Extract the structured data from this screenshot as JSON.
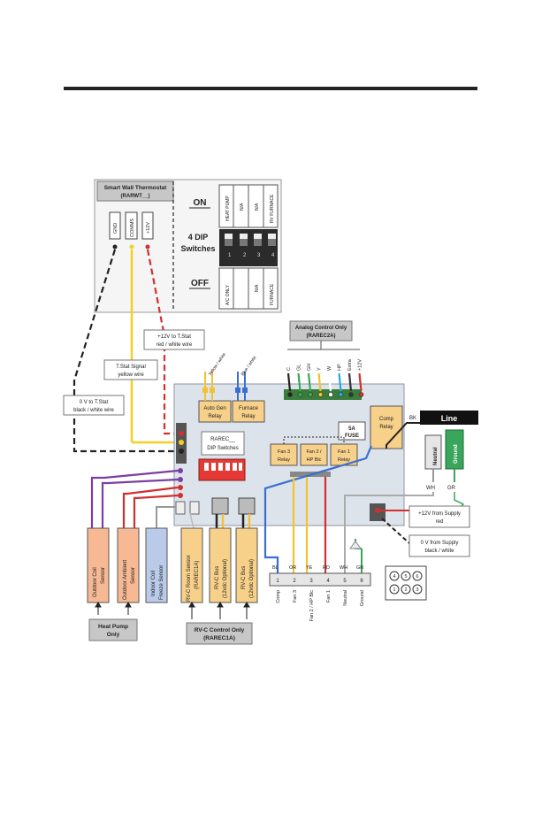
{
  "thermostat": {
    "title": "Smart Wall Thermostat",
    "model": "(RARWT__)",
    "terminals": [
      "GND",
      "COMMS",
      "+12V"
    ],
    "dip_on": "ON",
    "dip_label_1": "4 DIP",
    "dip_label_2": "Switches",
    "dip_off": "OFF",
    "dip_top": [
      "HEAT PUMP",
      "N/A",
      "N/A",
      "RV FURNACE"
    ],
    "dip_bottom": [
      "A/C ONLY",
      "",
      "N/A",
      "FURNACE"
    ],
    "dip_nums": [
      "1",
      "2",
      "3",
      "4"
    ]
  },
  "wires": {
    "plus12_1": "+12V to T.Stat",
    "plus12_2": "red / white wire",
    "signal_1": "T.Stat Signal",
    "signal_2": "yellow wire",
    "zero_1": "0 V to T.Stat",
    "zero_2": "black / white wire",
    "yellow_white": "Yellow / white",
    "blue_white": "Blue / white"
  },
  "analog": {
    "title_1": "Analog Control Only",
    "title_2": "(RAREC2A)",
    "pins": [
      "C",
      "GL",
      "GH",
      "Y",
      "W",
      "HP",
      "Extra",
      "+12V"
    ]
  },
  "board": {
    "auto_gen_1": "Auto Gen",
    "auto_gen_2": "Relay",
    "furnace_1": "Furnace",
    "furnace_2": "Relay",
    "comp_1": "Comp",
    "comp_2": "Relay",
    "dip_1": "RAREC__",
    "dip_2": "DIP Switches",
    "fuse_1": "5A",
    "fuse_2": "FUSE",
    "fan3_1": "Fan 3",
    "fan3_2": "Relay",
    "fan2_1": "Fan 2 /",
    "fan2_2": "HP Blc",
    "fan1_1": "Fan 1",
    "fan1_2": "Relay",
    "bk_tag": "BK"
  },
  "mains": {
    "line": "Line",
    "neutral": "Neutral",
    "ground": "Ground",
    "wh": "WH",
    "gr": "GR"
  },
  "supply": {
    "plus_1": "+12V from Supply",
    "plus_2": "red",
    "zero_1": "0 V from Supply",
    "zero_2": "black / white"
  },
  "sensors": {
    "oc_1": "Outdoor Coil",
    "oc_2": "Sensor",
    "oa_1": "Outdoor Ambient",
    "oa_2": "Sensor",
    "ic_1": "Indoor Coil",
    "ic_2": "Freeze Sensor",
    "rb_1": "RV-C Room Sensor",
    "rb_2": "(RAREC1A)",
    "rv1_1": "RV-C Bus",
    "rv1_2": "(12vdc Optional)",
    "rv2_1": "RV-C Bus",
    "rv2_2": "(12vdc Optional)"
  },
  "bottom_labels": {
    "heat_pump_1": "Heat Pump",
    "heat_pump_2": "Only",
    "rvc_1": "RV-C Control Only",
    "rvc_2": "(RAREC1A)"
  },
  "terminal_block": {
    "wire_colors": [
      "BL",
      "OR",
      "YE",
      "RD",
      "WH",
      "GR"
    ],
    "numbers": [
      "1",
      "2",
      "3",
      "4",
      "5",
      "6"
    ],
    "names": [
      "Comp",
      "Fan 3",
      "Fan 2 / HP Blc",
      "Fan 1",
      "Neutral",
      "Ground"
    ]
  },
  "keypad": {
    "keys": [
      "4",
      "5",
      "6",
      "1",
      "2",
      "3"
    ]
  }
}
